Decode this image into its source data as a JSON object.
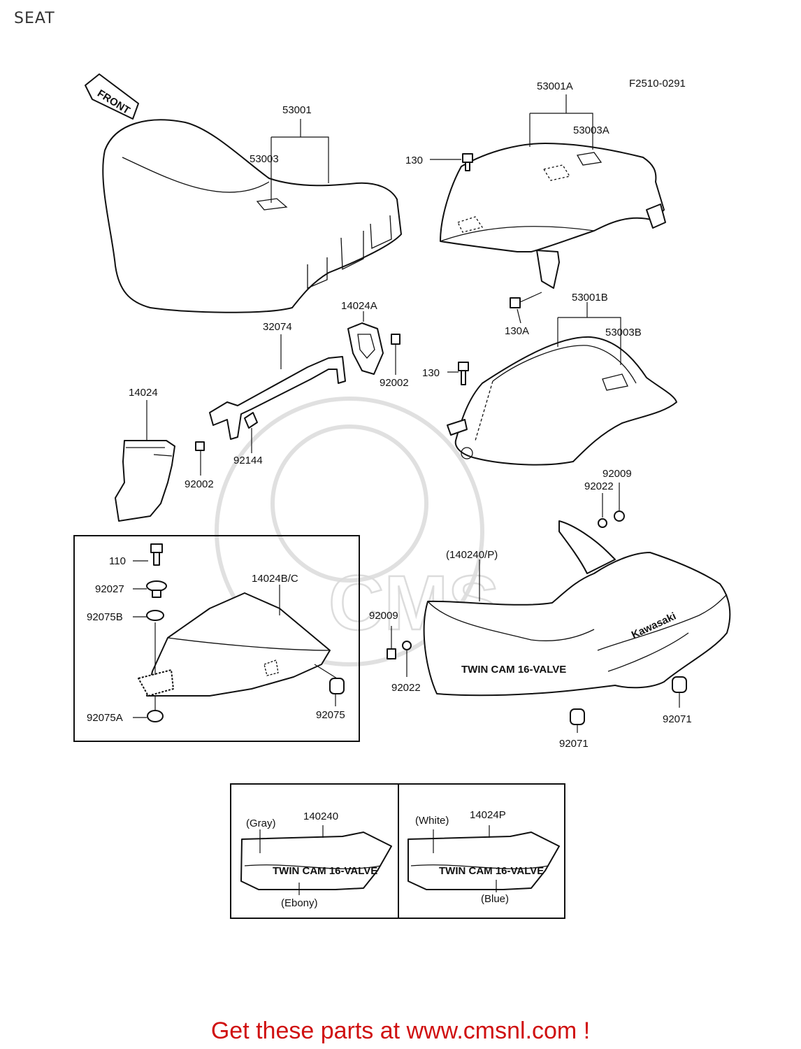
{
  "header": {
    "title": "SEAT"
  },
  "diagram": {
    "code": "F2510-0291",
    "front_arrow": "FRONT",
    "labels": {
      "p53001": "53001",
      "p53003": "53003",
      "p53001A": "53001A",
      "p53003A": "53003A",
      "p130_top": "130",
      "p130A": "130A",
      "p53001B": "53001B",
      "p53003B": "53003B",
      "p130_mid": "130",
      "p14024A": "14024A",
      "p32074": "32074",
      "p92002_a": "92002",
      "p14024": "14024",
      "p92144": "92144",
      "p92002_b": "92002",
      "p92009_a": "92009",
      "p92022_a": "92022",
      "p110": "110",
      "p92027": "92027",
      "p14024BC": "14024B/C",
      "p92075B": "92075B",
      "p92075": "92075",
      "p92075A": "92075A",
      "p140240P": "(140240/P)",
      "p92009_b": "92009",
      "p92022_b": "92022",
      "p92071_a": "92071",
      "p92071_b": "92071",
      "tail_brand": "Kawasaki",
      "tail_text": "TWIN CAM 16-VALVE"
    },
    "variants": [
      {
        "part": "140240",
        "top_color": "(Gray)",
        "bottom_color": "(Ebony)",
        "stripe_text": "TWIN CAM 16-VALVE"
      },
      {
        "part": "14024P",
        "top_color": "(White)",
        "bottom_color": "(Blue)",
        "stripe_text": "TWIN CAM 16-VALVE"
      }
    ],
    "watermark": "CMS"
  },
  "footer": {
    "text": "Get these parts at www.cmsnl.com !"
  }
}
